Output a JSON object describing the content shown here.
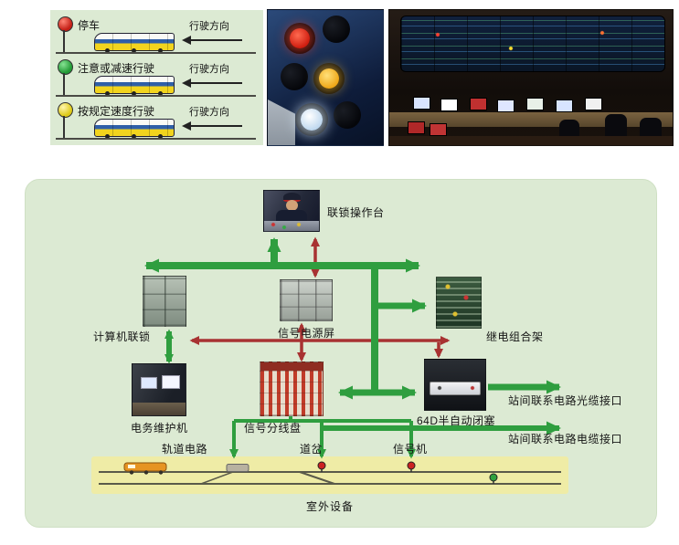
{
  "legend": {
    "rows": [
      {
        "label": "停车",
        "direction": "行驶方向",
        "signal_color": "#c41f16"
      },
      {
        "label": "注意或减速行驶",
        "direction": "行驶方向",
        "signal_color": "#229a35"
      },
      {
        "label": "按规定速度行驶",
        "direction": "行驶方向",
        "signal_color": "#ddc916"
      }
    ]
  },
  "diagram": {
    "console": "联锁操作台",
    "interlocking": "计算机联锁",
    "power": "信号电源屏",
    "relay": "继电组合架",
    "maintenance": "电务维护机",
    "distribution": "信号分线盘",
    "block": "64D半自动闭塞",
    "optical_interface": "站间联系电路光缆接口",
    "cable_interface": "站间联系电路电缆接口",
    "track_circuit": "轨道电路",
    "turnout": "道岔",
    "signal_machine": "信号机",
    "outdoor_title": "室外设备"
  },
  "colors": {
    "panel_bg": "#dcead3",
    "green_arrow": "#2f9e3f",
    "red_arrow": "#a83232",
    "outdoor_band": "#efeca6"
  }
}
